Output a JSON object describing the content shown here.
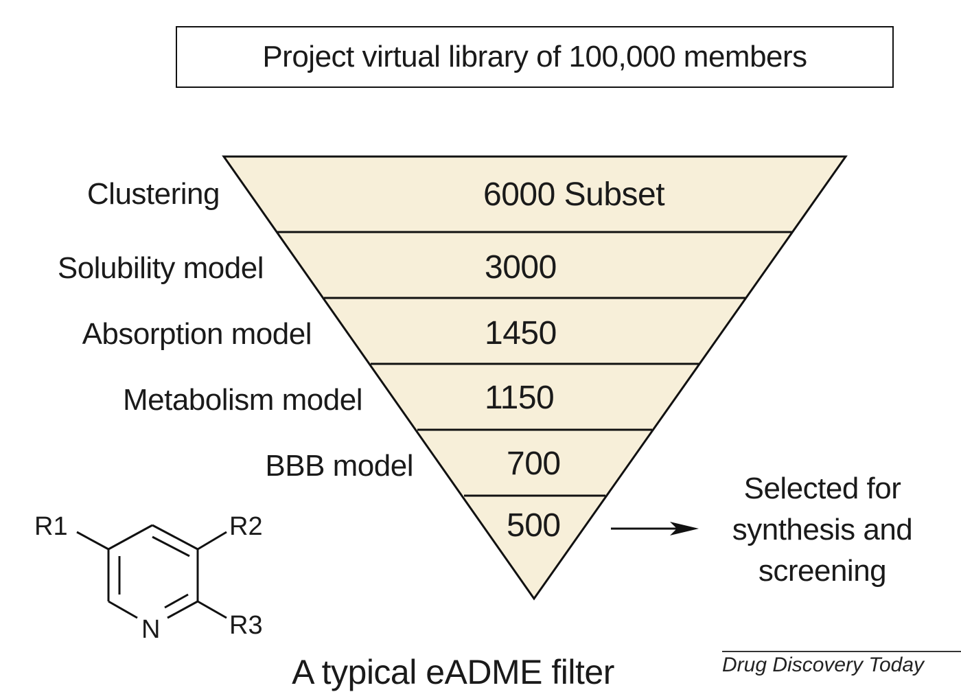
{
  "header": {
    "title": "Project virtual library of 100,000 members"
  },
  "funnel": {
    "fill_color": "#f7efd9",
    "stroke_color": "#111111",
    "stages": [
      {
        "label": "Clustering",
        "count": "6000 Subset"
      },
      {
        "label": "Solubility model",
        "count": "3000"
      },
      {
        "label": "Absorption model",
        "count": "1450"
      },
      {
        "label": "Metabolism model",
        "count": "1150"
      },
      {
        "label": "BBB model",
        "count": "700"
      },
      {
        "label": "",
        "count": "500"
      }
    ]
  },
  "result": {
    "text": "Selected for synthesis and screening"
  },
  "molecule": {
    "r1": "R1",
    "r2": "R2",
    "r3": "R3",
    "nitrogen": "N"
  },
  "caption": "A typical eADME filter",
  "source": "Drug Discovery Today"
}
